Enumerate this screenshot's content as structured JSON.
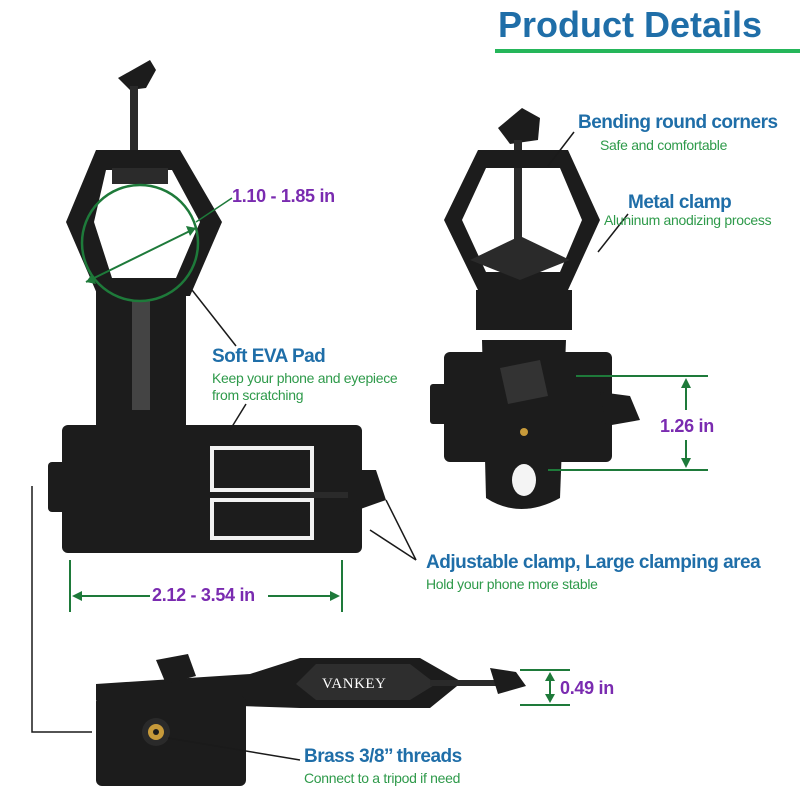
{
  "title": "Product Details",
  "labels": {
    "bending_title": "Bending round corners",
    "bending_sub": "Safe and comfortable",
    "metal_title": "Metal clamp",
    "metal_sub": "Aluninum anodizing process",
    "eva_title": "Soft EVA Pad",
    "eva_sub1": "Keep your phone and eyepiece",
    "eva_sub2": "from scratching",
    "adjustable_title": "Adjustable clamp, Large clamping area",
    "adjustable_sub": "Hold your phone more stable",
    "brass_title": "Brass 3/8’’ threads",
    "brass_sub": "Connect to a tripod if need"
  },
  "dimensions": {
    "eyepiece": "1.10 - 1.85 in",
    "phone_width": "2.12 - 3.54 in",
    "side_height": "1.26 in",
    "thickness": "0.49 in"
  },
  "brand": "VANKEY",
  "colors": {
    "title": "#1f6ea8",
    "accent_bar": "#25b65a",
    "subtitle": "#2e9a4a",
    "dimension": "#7a2bb0",
    "product": "#1a1a1a"
  }
}
